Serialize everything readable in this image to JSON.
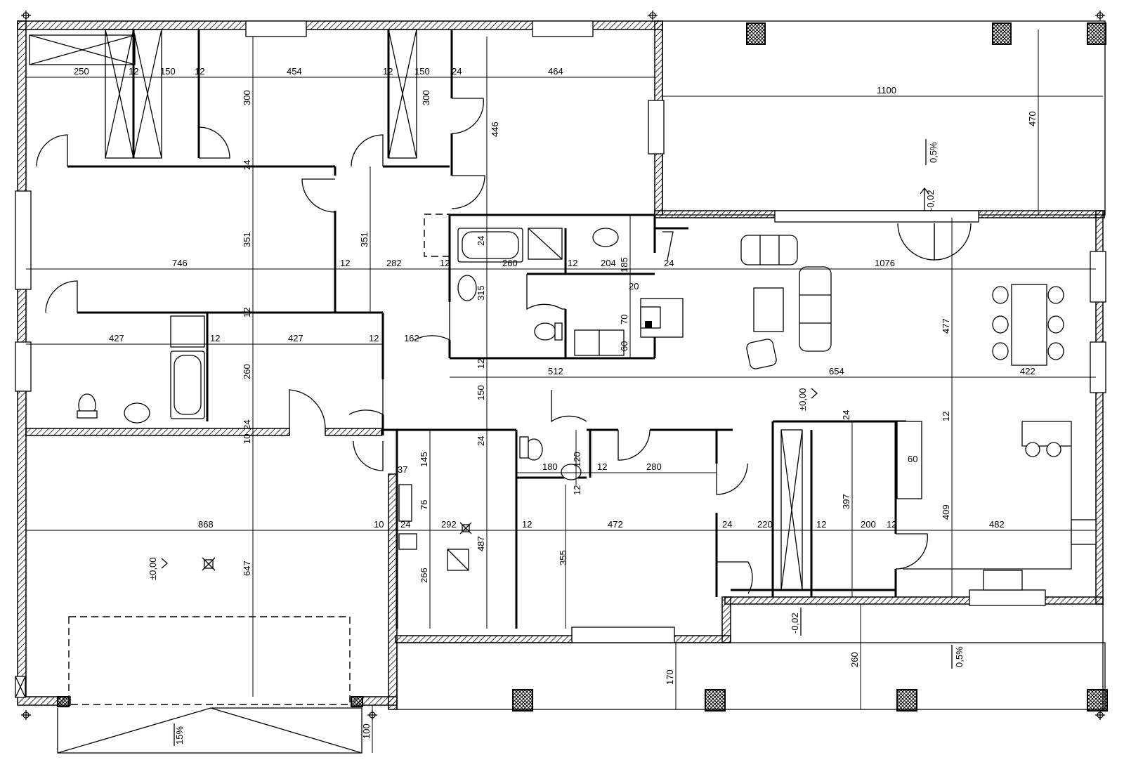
{
  "horizontal_dims": [
    {
      "id": "d250",
      "text": "250"
    },
    {
      "id": "d12a",
      "text": "12"
    },
    {
      "id": "d150a",
      "text": "150"
    },
    {
      "id": "d12b",
      "text": "12"
    },
    {
      "id": "d454",
      "text": "454"
    },
    {
      "id": "d12c",
      "text": "12"
    },
    {
      "id": "d150b",
      "text": "150"
    },
    {
      "id": "d24a",
      "text": "24"
    },
    {
      "id": "d464",
      "text": "464"
    },
    {
      "id": "d1100",
      "text": "1100"
    },
    {
      "id": "d746",
      "text": "746"
    },
    {
      "id": "d12d",
      "text": "12"
    },
    {
      "id": "d282",
      "text": "282"
    },
    {
      "id": "d12e",
      "text": "12"
    },
    {
      "id": "d260a",
      "text": "260"
    },
    {
      "id": "d12f",
      "text": "12"
    },
    {
      "id": "d204",
      "text": "204"
    },
    {
      "id": "d24b",
      "text": "24"
    },
    {
      "id": "d1076",
      "text": "1076"
    },
    {
      "id": "d20",
      "text": "20"
    },
    {
      "id": "d427a",
      "text": "427"
    },
    {
      "id": "d12g",
      "text": "12"
    },
    {
      "id": "d427b",
      "text": "427"
    },
    {
      "id": "d12h",
      "text": "12"
    },
    {
      "id": "d162",
      "text": "162"
    },
    {
      "id": "d512",
      "text": "512"
    },
    {
      "id": "d654",
      "text": "654"
    },
    {
      "id": "d422",
      "text": "422"
    },
    {
      "id": "d37",
      "text": "37"
    },
    {
      "id": "d180",
      "text": "180"
    },
    {
      "id": "d12i",
      "text": "12"
    },
    {
      "id": "d280",
      "text": "280"
    },
    {
      "id": "d60b",
      "text": "60"
    },
    {
      "id": "d868",
      "text": "868"
    },
    {
      "id": "d10a",
      "text": "10"
    },
    {
      "id": "d24c",
      "text": "24"
    },
    {
      "id": "d292",
      "text": "292"
    },
    {
      "id": "d12j",
      "text": "12"
    },
    {
      "id": "d472",
      "text": "472"
    },
    {
      "id": "d24d",
      "text": "24"
    },
    {
      "id": "d220",
      "text": "220"
    },
    {
      "id": "d12k",
      "text": "12"
    },
    {
      "id": "d200",
      "text": "200"
    },
    {
      "id": "d12l",
      "text": "12"
    },
    {
      "id": "d482",
      "text": "482"
    }
  ],
  "vertical_dims": [
    {
      "id": "v300a",
      "text": "300"
    },
    {
      "id": "v24a",
      "text": "24"
    },
    {
      "id": "v351a",
      "text": "351"
    },
    {
      "id": "v12a",
      "text": "12"
    },
    {
      "id": "v260a",
      "text": "260"
    },
    {
      "id": "v24b",
      "text": "24"
    },
    {
      "id": "v10",
      "text": "10"
    },
    {
      "id": "v647",
      "text": "647"
    },
    {
      "id": "v351b",
      "text": "351"
    },
    {
      "id": "v300b",
      "text": "300"
    },
    {
      "id": "v446",
      "text": "446"
    },
    {
      "id": "v24c",
      "text": "24"
    },
    {
      "id": "v315",
      "text": "315"
    },
    {
      "id": "v12b",
      "text": "12"
    },
    {
      "id": "v150",
      "text": "150"
    },
    {
      "id": "v24d",
      "text": "24"
    },
    {
      "id": "v487",
      "text": "487"
    },
    {
      "id": "v185",
      "text": "185"
    },
    {
      "id": "v70",
      "text": "70"
    },
    {
      "id": "v60",
      "text": "60"
    },
    {
      "id": "v145",
      "text": "145"
    },
    {
      "id": "v76",
      "text": "76"
    },
    {
      "id": "v266",
      "text": "266"
    },
    {
      "id": "v120",
      "text": "120"
    },
    {
      "id": "v12c",
      "text": "12"
    },
    {
      "id": "v355",
      "text": "355"
    },
    {
      "id": "v170",
      "text": "170"
    },
    {
      "id": "v470",
      "text": "470"
    },
    {
      "id": "v477",
      "text": "477"
    },
    {
      "id": "v12d",
      "text": "12"
    },
    {
      "id": "v409",
      "text": "409"
    },
    {
      "id": "v24e",
      "text": "24"
    },
    {
      "id": "v397",
      "text": "397"
    },
    {
      "id": "v260b",
      "text": "260"
    },
    {
      "id": "v100",
      "text": "100"
    }
  ],
  "level_marks": [
    {
      "id": "lv-terrace-top",
      "text": "-0,02"
    },
    {
      "id": "lv-living",
      "text": "±0,00"
    },
    {
      "id": "lv-garage",
      "text": "±0,00"
    },
    {
      "id": "lv-terrace-bottom",
      "text": "-0,02"
    }
  ],
  "slope_marks": [
    {
      "id": "sl-terrace-top",
      "text": "0,5%"
    },
    {
      "id": "sl-terrace-bottom",
      "text": "0,5%"
    },
    {
      "id": "sl-driveway",
      "text": "15%"
    }
  ]
}
